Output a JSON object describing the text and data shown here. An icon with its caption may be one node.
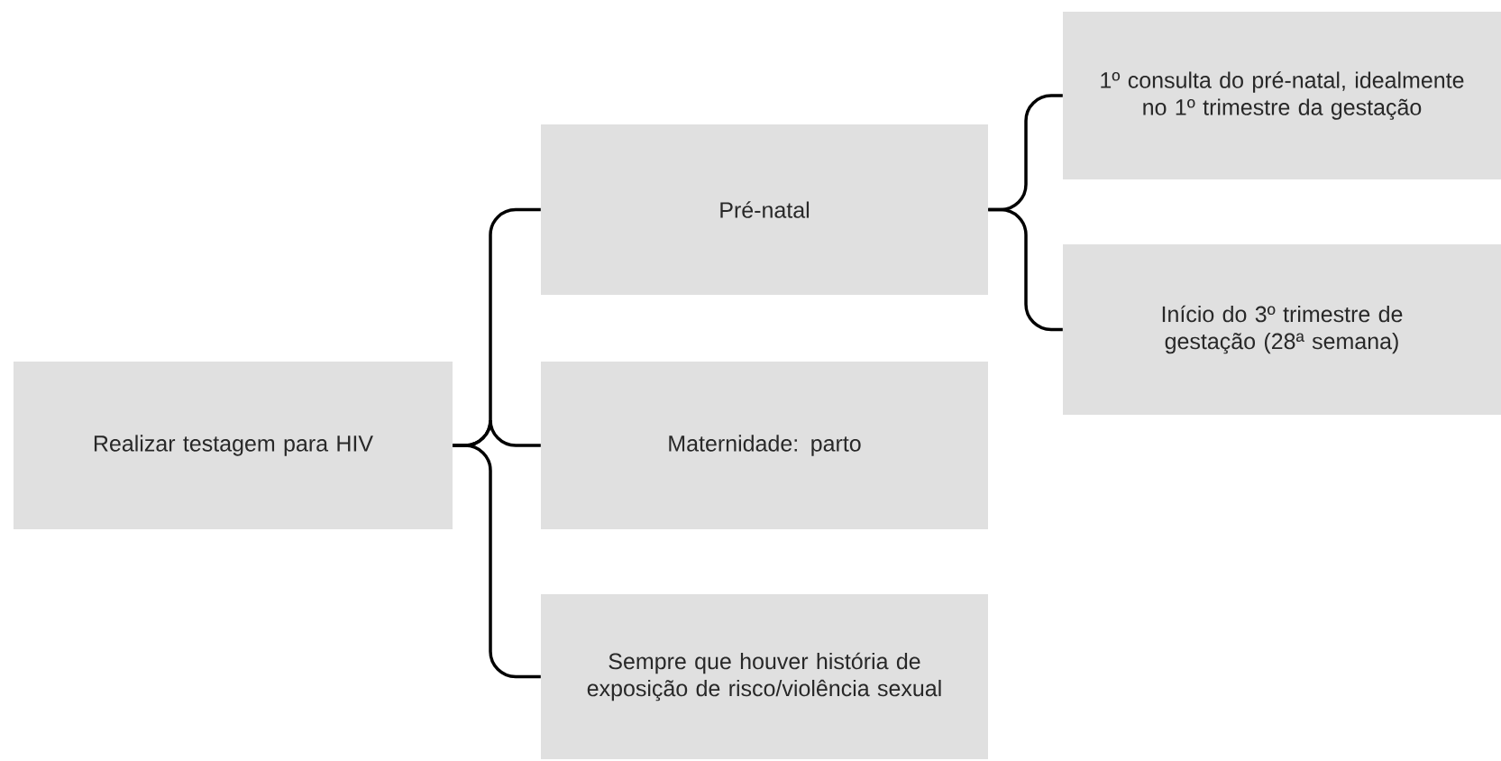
{
  "diagram": {
    "nodes": [
      {
        "text": [
          "Realizar testagem para HIV"
        ]
      },
      {
        "text": [
          "Pré-natal"
        ]
      },
      {
        "text": [
          "Maternidade: parto"
        ]
      },
      {
        "text": [
          "Sempre que houver história de exposição de risco/violência sexual"
        ]
      },
      {
        "text": [
          "1º consulta do pré-natal, idealmente no 1º trimestre da gestação"
        ]
      },
      {
        "text": [
          "Início do 3º trimestre de gestação (28ª semana)"
        ]
      }
    ],
    "edges": [
      {
        "from": 0,
        "to": 1,
        "arrow": "none"
      },
      {
        "from": 0,
        "to": 2,
        "arrow": "none"
      },
      {
        "from": 0,
        "to": 3,
        "arrow": "none"
      },
      {
        "from": 1,
        "to": 4,
        "arrow": "none"
      },
      {
        "from": 1,
        "to": 5,
        "arrow": "none"
      }
    ]
  }
}
